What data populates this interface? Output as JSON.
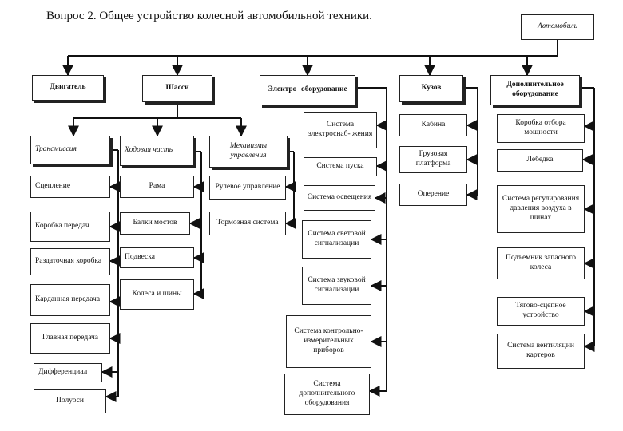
{
  "title": "Вопрос 2. Общее устройство колесной автомобильной техники.",
  "root": "Автомобиль",
  "level1": {
    "engine": "Двигатель",
    "chassis": "Шасси",
    "electrical": "Электро- оборудование",
    "body": "Кузов",
    "additional": "Дополнительное оборудование"
  },
  "chassis_groups": {
    "transmission": "Трансмиссия",
    "running_gear": "Ходовая часть",
    "control": "Механизмы управления"
  },
  "transmission_items": [
    "Сцепление",
    "Коробка передач",
    "Раздаточная коробка",
    "Карданная передача",
    "Главная передача",
    "Дифференциал",
    "Полуоси"
  ],
  "running_gear_items": [
    "Рама",
    "Балки мостов",
    "Подвеска",
    "Колеса и шины"
  ],
  "control_items": [
    "Рулевое управление",
    "Тормозная система"
  ],
  "electrical_items": [
    "Система электроснаб- жения",
    "Система пуска",
    "Система освещения",
    "Система световой сигнализации",
    "Система звуковой сигнализации",
    "Система контрольно- измерительных приборов",
    "Система дополнительного оборудования"
  ],
  "body_items": [
    "Кабина",
    "Грузовая платформа",
    "Оперение"
  ],
  "additional_items": [
    "Коробка отбора мощности",
    "Лебедка",
    "Система регулирования давления воздуха в шинах",
    "Подъемник запасного колеса",
    "Тягово-сцепное устройство",
    "Система вентиляции картеров"
  ]
}
